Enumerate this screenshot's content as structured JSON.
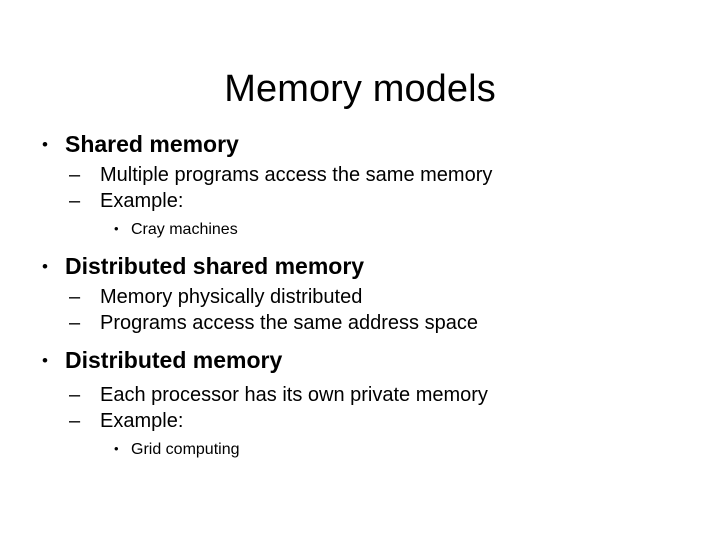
{
  "slide": {
    "title": "Memory models",
    "background_color": "#ffffff",
    "text_color": "#000000",
    "markers": {
      "level1": "•",
      "level2": "–",
      "level3": "•"
    },
    "outline": [
      {
        "level": 1,
        "text": "Shared memory",
        "children": [
          {
            "level": 2,
            "text": "Multiple programs access the same memory",
            "children": []
          },
          {
            "level": 2,
            "text": "Example:",
            "children": [
              {
                "level": 3,
                "text": "Cray machines",
                "children": []
              }
            ]
          }
        ]
      },
      {
        "level": 1,
        "text": "Distributed shared memory",
        "children": [
          {
            "level": 2,
            "text": "Memory physically distributed",
            "children": []
          },
          {
            "level": 2,
            "text": "Programs access the same address space",
            "children": []
          }
        ]
      },
      {
        "level": 1,
        "text": "Distributed memory",
        "children": [
          {
            "level": 2,
            "text": "Each processor has its own private memory",
            "children": []
          },
          {
            "level": 2,
            "text": "Example:",
            "children": [
              {
                "level": 3,
                "text": "Grid computing",
                "children": []
              }
            ]
          }
        ]
      }
    ]
  }
}
